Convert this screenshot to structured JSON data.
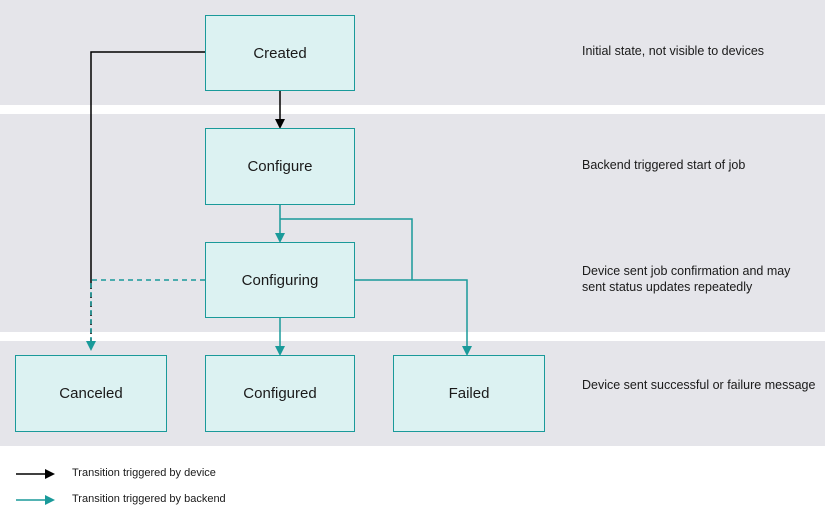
{
  "states": {
    "created": "Created",
    "configure": "Configure",
    "configuring": "Configuring",
    "canceled": "Canceled",
    "configured": "Configured",
    "failed": "Failed"
  },
  "descriptions": {
    "row1": "Initial state, not visible to devices",
    "row2": "Backend triggered start of job",
    "row3": "Device sent job confirmation and may sent status updates repeatedly",
    "row4": "Device sent successful or failure message"
  },
  "legend": {
    "device": "Transition triggered by device",
    "backend": "Transition triggered by backend"
  },
  "colors": {
    "band": "#e5e5ea",
    "state_fill": "#dcf2f2",
    "state_border": "#1a9a9a",
    "device_arrow": "#000000",
    "backend_arrow": "#1a9a9a"
  }
}
